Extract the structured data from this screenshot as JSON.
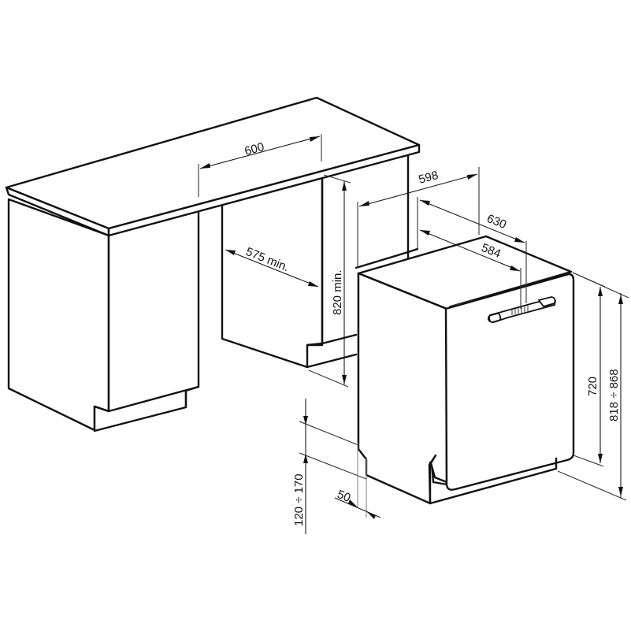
{
  "diagram": {
    "title": "",
    "subject": "Built-in dishwasher installation dimensions",
    "units": "mm",
    "line_color": "#111111",
    "background": "#ffffff",
    "components": [
      {
        "id": "worktop",
        "label": "Kitchen worktop / counter"
      },
      {
        "id": "left-cabinet",
        "label": "Adjacent base cabinet"
      },
      {
        "id": "niche",
        "label": "Installation niche"
      },
      {
        "id": "dishwasher",
        "label": "Dishwasher appliance with door handle"
      }
    ],
    "dimensions": {
      "niche_width": "600",
      "niche_depth": "575 min.",
      "niche_height": "820 min.",
      "appliance_width": "598",
      "depth_with_door": "630",
      "body_depth": "584",
      "door_height": "720",
      "total_height": "818 ÷ 868",
      "plinth_height": "120 ÷ 170",
      "plinth_recess": "50"
    }
  }
}
